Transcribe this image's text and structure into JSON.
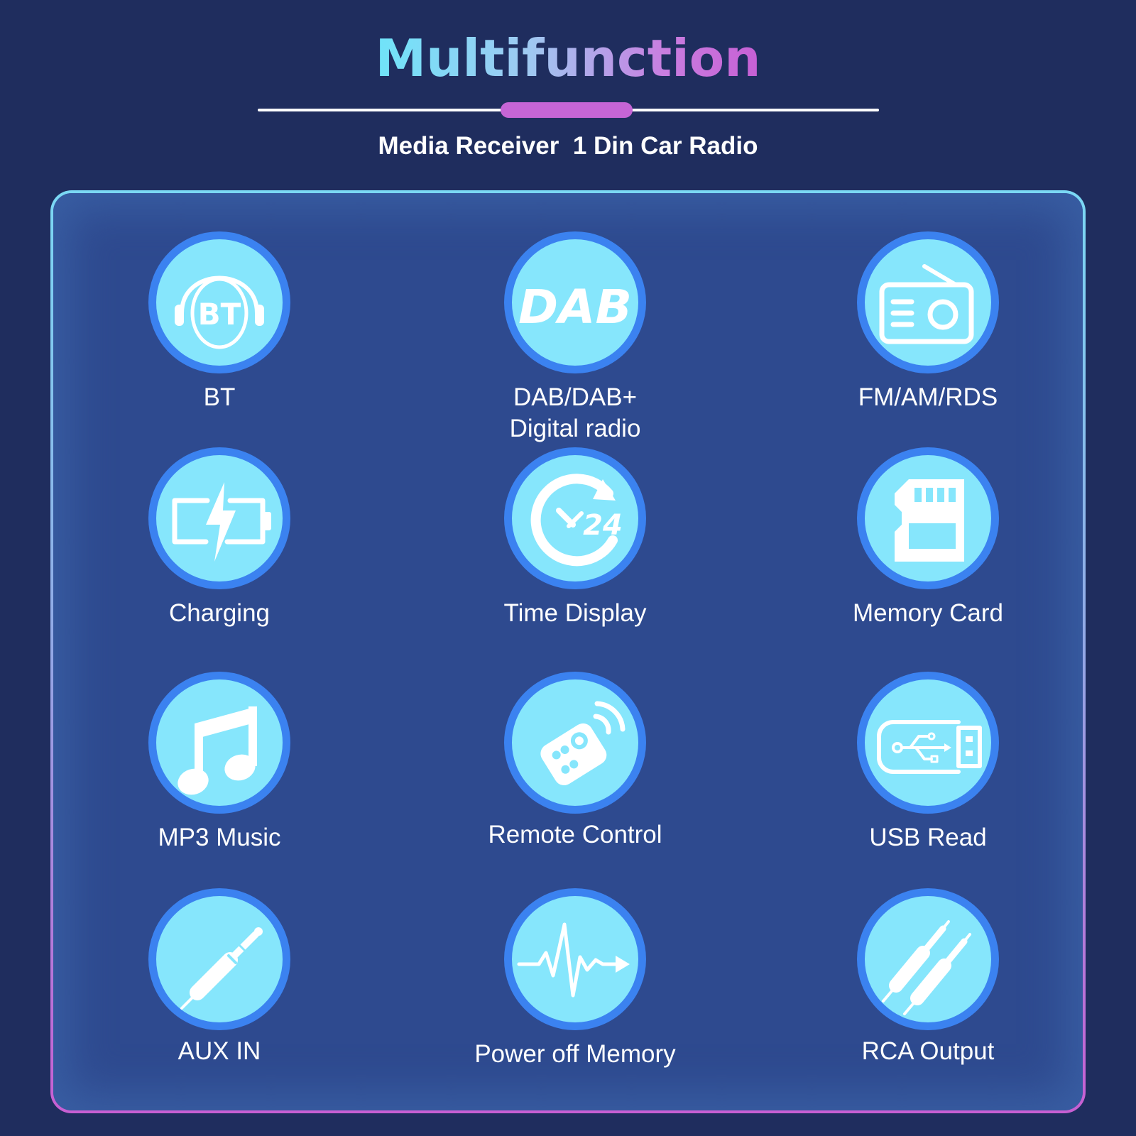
{
  "header": {
    "title": "Multifunction",
    "subtitle": "Media Receiver  1 Din Car Radio"
  },
  "colors": {
    "background": "#1f2d5e",
    "panel": "#2e4a8f",
    "icon_fill": "#86e6fc",
    "icon_ring": "#3b82f0",
    "accent_pink": "#c565d6",
    "accent_cyan": "#6fe4f9"
  },
  "features": [
    {
      "icon": "bluetooth-headphones-icon",
      "label": "BT"
    },
    {
      "icon": "dab-logo-icon",
      "label": "DAB/DAB+\nDigital radio"
    },
    {
      "icon": "radio-icon",
      "label": "FM/AM/RDS"
    },
    {
      "icon": "battery-charging-icon",
      "label": "Charging"
    },
    {
      "icon": "clock-24h-icon",
      "label": "Time Display"
    },
    {
      "icon": "sd-card-icon",
      "label": "Memory Card"
    },
    {
      "icon": "music-note-icon",
      "label": "MP3 Music"
    },
    {
      "icon": "remote-control-icon",
      "label": "Remote Control"
    },
    {
      "icon": "usb-drive-icon",
      "label": "USB Read"
    },
    {
      "icon": "audio-jack-icon",
      "label": "AUX IN"
    },
    {
      "icon": "pulse-arrow-icon",
      "label": "Power off Memory"
    },
    {
      "icon": "rca-cable-icon",
      "label": "RCA Output"
    }
  ]
}
